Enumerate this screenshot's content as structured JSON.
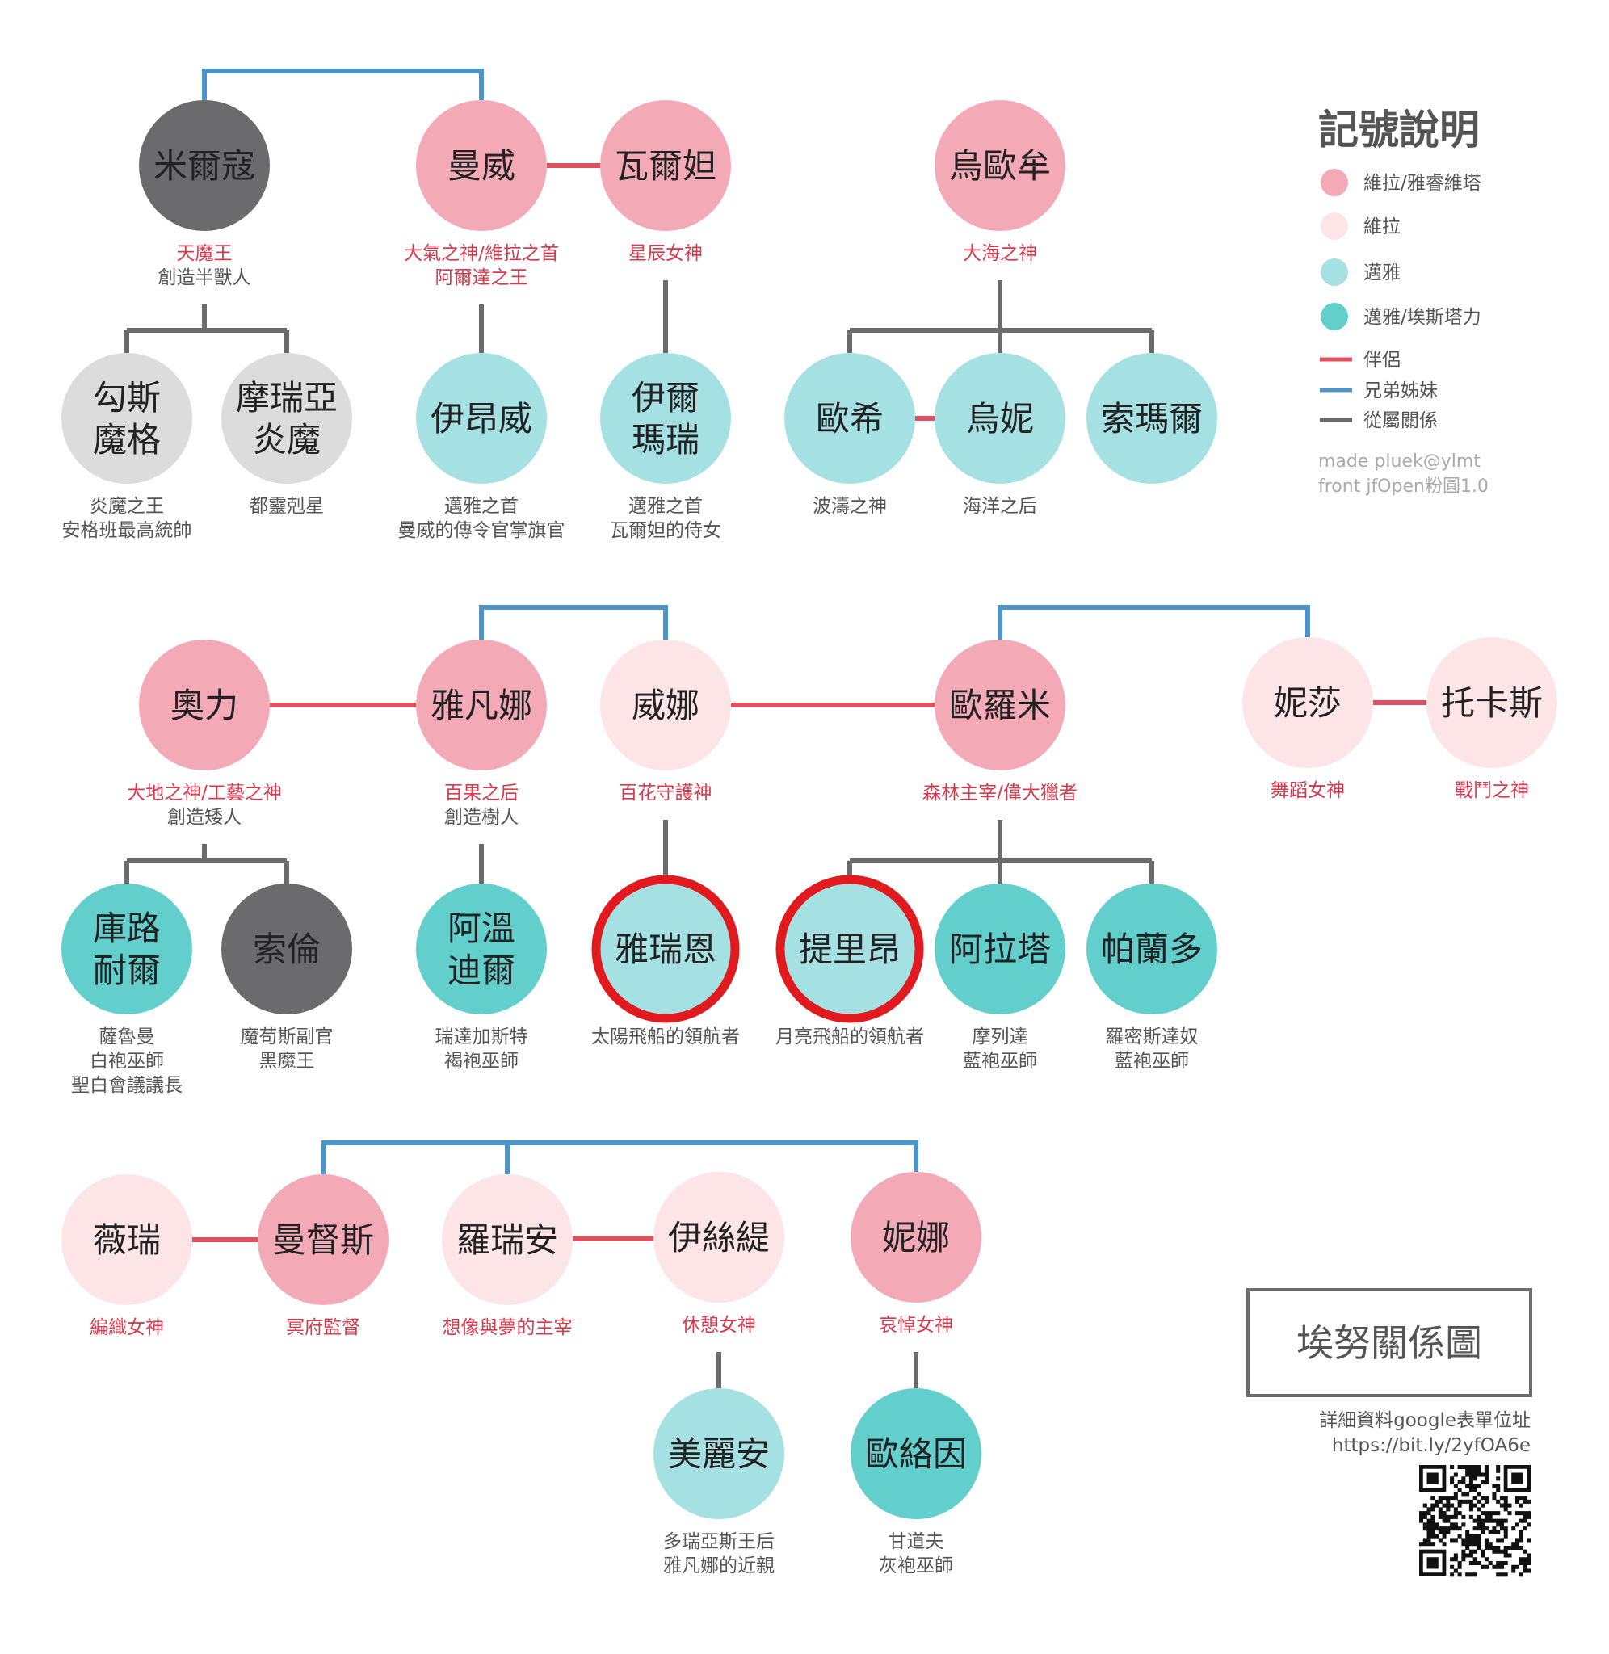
{
  "colors": {
    "valar": "#f4aab6",
    "valier": "#fde4e7",
    "maiar": "#a5e1e3",
    "maiar_istari": "#63cfcd",
    "dark": "#6b6b6d",
    "neutral": "#dcdcdc",
    "spouse_line": "#e0505f",
    "sibling_line": "#4a95c9",
    "subordinate_line": "#6b6b6d",
    "red_text": "#d83a4d",
    "gray_text": "#555555",
    "highlight_ring": "#e01a1f"
  },
  "nodes": [
    {
      "id": "melkor",
      "label": [
        "米爾寇"
      ],
      "category": "dark",
      "text_color": "#ffffff",
      "line1": "天魔王",
      "line2": [
        "創造半獸人"
      ]
    },
    {
      "id": "manwe",
      "label": [
        "曼威"
      ],
      "category": "valar",
      "line1": "大氣之神/維拉之首",
      "line2": [],
      "line1b": "阿爾達之王"
    },
    {
      "id": "varda",
      "label": [
        "瓦爾妲"
      ],
      "category": "valar",
      "line1": "星辰女神",
      "line2": []
    },
    {
      "id": "ulmo",
      "label": [
        "烏歐牟"
      ],
      "category": "valar",
      "line1": "大海之神",
      "line2": []
    },
    {
      "id": "gothmog",
      "label": [
        "勾斯",
        "魔格"
      ],
      "category": "neutral",
      "line1": "",
      "line2": [
        "炎魔之王",
        "安格班最高統帥"
      ]
    },
    {
      "id": "balrog",
      "label": [
        "摩瑞亞",
        "炎魔"
      ],
      "category": "neutral",
      "line1": "",
      "line2": [
        "都靈剋星"
      ]
    },
    {
      "id": "eonwe",
      "label": [
        "伊昂威"
      ],
      "category": "maiar",
      "line1": "",
      "line2": [
        "邁雅之首",
        "曼威的傳令官掌旗官"
      ]
    },
    {
      "id": "ilmare",
      "label": [
        "伊爾",
        "瑪瑞"
      ],
      "category": "maiar",
      "line1": "",
      "line2": [
        "邁雅之首",
        "瓦爾妲的侍女"
      ]
    },
    {
      "id": "osse",
      "label": [
        "歐希"
      ],
      "category": "maiar",
      "line1": "",
      "line2": [
        "波濤之神"
      ]
    },
    {
      "id": "uinen",
      "label": [
        "烏妮"
      ],
      "category": "maiar",
      "line1": "",
      "line2": [
        "海洋之后"
      ]
    },
    {
      "id": "salmar",
      "label": [
        "索瑪爾"
      ],
      "category": "maiar",
      "line1": "",
      "line2": []
    },
    {
      "id": "aule",
      "label": [
        "奧力"
      ],
      "category": "valar",
      "line1": "大地之神/工藝之神",
      "line2": [
        "創造矮人"
      ]
    },
    {
      "id": "yavanna",
      "label": [
        "雅凡娜"
      ],
      "category": "valar",
      "line1": "百果之后",
      "line2": [
        "創造樹人"
      ]
    },
    {
      "id": "vana",
      "label": [
        "威娜"
      ],
      "category": "valier",
      "line1": "百花守護神",
      "line2": []
    },
    {
      "id": "orome",
      "label": [
        "歐羅米"
      ],
      "category": "valar",
      "line1": "森林主宰/偉大獵者",
      "line2": []
    },
    {
      "id": "nessa",
      "label": [
        "妮莎"
      ],
      "category": "valier",
      "line1": "舞蹈女神",
      "line2": []
    },
    {
      "id": "tulkas",
      "label": [
        "托卡斯"
      ],
      "category": "valier",
      "line1": "戰鬥之神",
      "line2": []
    },
    {
      "id": "curunir",
      "label": [
        "庫路",
        "耐爾"
      ],
      "category": "maiar_istari",
      "line1": "",
      "line2": [
        "薩魯曼",
        "白袍巫師",
        "聖白會議議長"
      ]
    },
    {
      "id": "sauron",
      "label": [
        "索倫"
      ],
      "category": "dark",
      "text_color": "#ffffff",
      "line1": "",
      "line2": [
        "魔苟斯副官",
        "黑魔王"
      ]
    },
    {
      "id": "aiwendil",
      "label": [
        "阿溫",
        "迪爾"
      ],
      "category": "maiar_istari",
      "line1": "",
      "line2": [
        "瑞達加斯特",
        "褐袍巫師"
      ]
    },
    {
      "id": "arien",
      "label": [
        "雅瑞恩"
      ],
      "category": "maiar",
      "ring": true,
      "line1": "",
      "line2": [
        "太陽飛船的領航者"
      ]
    },
    {
      "id": "tilion",
      "label": [
        "提里昂"
      ],
      "category": "maiar",
      "ring": true,
      "line1": "",
      "line2": [
        "月亮飛船的領航者"
      ]
    },
    {
      "id": "alatar",
      "label": [
        "阿拉塔"
      ],
      "category": "maiar_istari",
      "line1": "",
      "line2": [
        "摩列達",
        "藍袍巫師"
      ]
    },
    {
      "id": "pallando",
      "label": [
        "帕蘭多"
      ],
      "category": "maiar_istari",
      "line1": "",
      "line2": [
        "羅密斯達奴",
        "藍袍巫師"
      ]
    },
    {
      "id": "vaire",
      "label": [
        "薇瑞"
      ],
      "category": "valier",
      "line1": "編織女神",
      "line2": []
    },
    {
      "id": "mandos",
      "label": [
        "曼督斯"
      ],
      "category": "valar",
      "line1": "冥府監督",
      "line2": []
    },
    {
      "id": "lorien",
      "label": [
        "羅瑞安"
      ],
      "category": "valier",
      "line1": "想像與夢的主宰",
      "line2": []
    },
    {
      "id": "este",
      "label": [
        "伊絲緹"
      ],
      "category": "valier",
      "line1": "休憩女神",
      "line2": []
    },
    {
      "id": "nienna",
      "label": [
        "妮娜"
      ],
      "category": "valar",
      "line1": "哀悼女神",
      "line2": []
    },
    {
      "id": "melian",
      "label": [
        "美麗安"
      ],
      "category": "maiar",
      "line1": "",
      "line2": [
        "多瑞亞斯王后",
        "雅凡娜的近親"
      ]
    },
    {
      "id": "olorin",
      "label": [
        "歐絡因"
      ],
      "category": "maiar_istari",
      "line1": "",
      "line2": [
        "甘道夫",
        "灰袍巫師"
      ]
    }
  ],
  "spouses": [
    [
      "manwe",
      "varda"
    ],
    [
      "osse",
      "uinen"
    ],
    [
      "aule",
      "yavanna"
    ],
    [
      "vana",
      "orome"
    ],
    [
      "nessa",
      "tulkas"
    ],
    [
      "vaire",
      "mandos"
    ],
    [
      "lorien",
      "este"
    ]
  ],
  "siblings": [
    [
      "melkor",
      "manwe"
    ],
    [
      "yavanna",
      "vana"
    ],
    [
      "orome",
      "nessa"
    ],
    [
      "mandos",
      "lorien",
      "nienna"
    ]
  ],
  "subordinates": [
    {
      "parent": "melkor",
      "children": [
        "gothmog",
        "balrog"
      ]
    },
    {
      "parent": "manwe",
      "children": [
        "eonwe"
      ]
    },
    {
      "parent": "varda",
      "children": [
        "ilmare"
      ]
    },
    {
      "parent": "ulmo",
      "children": [
        "osse",
        "uinen",
        "salmar"
      ]
    },
    {
      "parent": "aule",
      "children": [
        "curunir",
        "sauron"
      ]
    },
    {
      "parent": "yavanna",
      "children": [
        "aiwendil"
      ]
    },
    {
      "parent": "vana",
      "children": [
        "arien"
      ]
    },
    {
      "parent": "orome",
      "children": [
        "tilion",
        "alatar",
        "pallando"
      ]
    },
    {
      "parent": "este",
      "children": [
        "melian"
      ]
    },
    {
      "parent": "nienna",
      "children": [
        "olorin"
      ]
    }
  ],
  "legend": {
    "title": "記號說明",
    "items": [
      {
        "kind": "circle",
        "category": "valar",
        "label": "維拉/雅睿維塔"
      },
      {
        "kind": "circle",
        "category": "valier",
        "label": "維拉"
      },
      {
        "kind": "circle",
        "category": "maiar",
        "label": "邁雅"
      },
      {
        "kind": "circle",
        "category": "maiar_istari",
        "label": "邁雅/埃斯塔力"
      },
      {
        "kind": "line",
        "line": "spouse_line",
        "label": "伴侶"
      },
      {
        "kind": "line",
        "line": "sibling_line",
        "label": "兄弟姊妹"
      },
      {
        "kind": "line",
        "line": "subordinate_line",
        "label": "從屬關係"
      }
    ],
    "credit_1": "made pluek@ylmt",
    "credit_2": "front  jfOpen粉圓1.0"
  },
  "title_box": "埃努關係圖",
  "form": {
    "line1": "詳細資料google表單位址",
    "line2": "https://bit.ly/2yfOA6e"
  },
  "qr_code": "qr-code-icon"
}
